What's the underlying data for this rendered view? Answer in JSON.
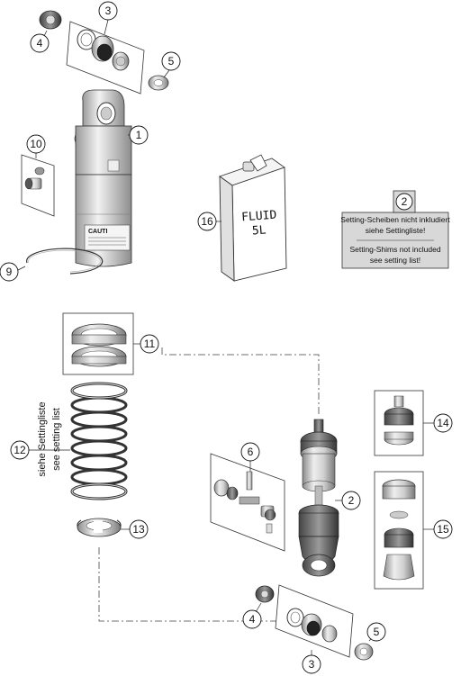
{
  "callouts": {
    "c1": "1",
    "c2_top": "2",
    "c2_note": "2",
    "c3_top": "3",
    "c3_bottom": "3",
    "c4_top": "4",
    "c4_bottom": "4",
    "c5_top": "5",
    "c5_bottom": "5",
    "c6": "6",
    "c9": "9",
    "c10": "10",
    "c11": "11",
    "c12": "12",
    "c13": "13",
    "c14": "14",
    "c15": "15",
    "c16": "16"
  },
  "note": {
    "line_de_1": "Setting-Scheiben nicht inkludiert",
    "line_de_2": "siehe Settingliste!",
    "line_en_1": "Setting-Shims not included",
    "line_en_2": "see setting list!"
  },
  "spring_label": {
    "de": "siehe Settingliste",
    "en": "see setting list"
  },
  "canister": {
    "line1": "FLUID",
    "line2": "5L"
  },
  "shock_label": "CAUTI"
}
